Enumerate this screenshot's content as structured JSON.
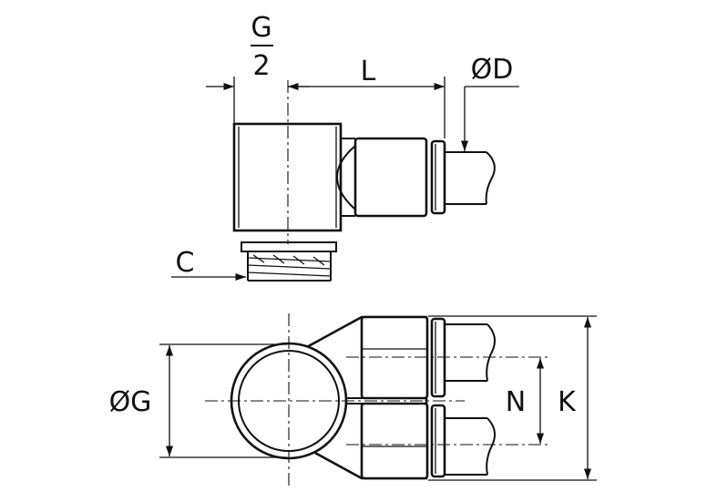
{
  "labels": {
    "g_half_numerator": "G",
    "g_half_denominator": "2",
    "length": "L",
    "tube_diameter": "ØD",
    "thread_c": "C",
    "diameter_g": "ØG",
    "spacing_n": "N",
    "overall_k": "K"
  },
  "colors": {
    "line": "#111111",
    "background": "#ffffff"
  }
}
